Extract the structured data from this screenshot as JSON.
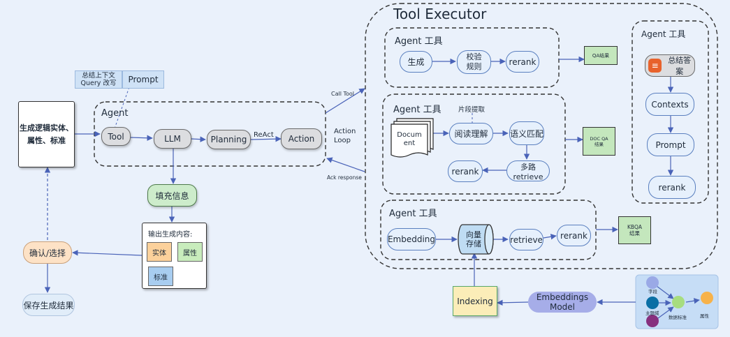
{
  "input_box": {
    "line1": "生成逻辑实体、",
    "line2": "属性、标准"
  },
  "hint": {
    "line1": "总结上下文",
    "line2": "Query 改写",
    "prompt": "Prompt"
  },
  "agent": {
    "title": "Agent",
    "tool": "Tool",
    "llm": "LLM",
    "planning": "Planning",
    "react": "ReAct",
    "action": "Action"
  },
  "edges": {
    "call_tool": "Call Tool",
    "action_loop_1": "Action",
    "action_loop_2": "Loop",
    "ack": "Ack response"
  },
  "fill": "填充信息",
  "output": {
    "title": "输出生成内容:",
    "entity": "实体",
    "attr": "属性",
    "std": "标准"
  },
  "confirm": "确认/选择",
  "save": "保存生成结果",
  "executor": {
    "title": "Tool Executor",
    "qa": {
      "title": "Agent 工具",
      "gen": "生成",
      "check1": "校验",
      "check2": "规则",
      "rerank": "rerank",
      "result": "QA结果"
    },
    "doc": {
      "title": "Agent 工具",
      "extract": "片段提取",
      "doc1": "Docum",
      "doc2": "ent",
      "read": "阅读理解",
      "match": "语义匹配",
      "multi": "多路retrieve",
      "rerank": "rerank",
      "result1": "DOC QA",
      "result2": "结果"
    },
    "kb": {
      "title": "Agent 工具",
      "embedding": "Embedding",
      "store1": "向量",
      "store2": "存储",
      "retrieve": "retrieve",
      "rerank": "rerank",
      "result1": "KBQA",
      "result2": "结果"
    },
    "sum": {
      "title": "Agent 工具",
      "answer": "总结答案",
      "contexts": "Contexts",
      "prompt": "Prompt",
      "rerank": "rerank"
    }
  },
  "indexing": "Indexing",
  "emb_model": "Embeddings Model",
  "kg": {
    "field": "字段",
    "domain": "主题域",
    "std": "数据标准",
    "attr": "属性"
  }
}
